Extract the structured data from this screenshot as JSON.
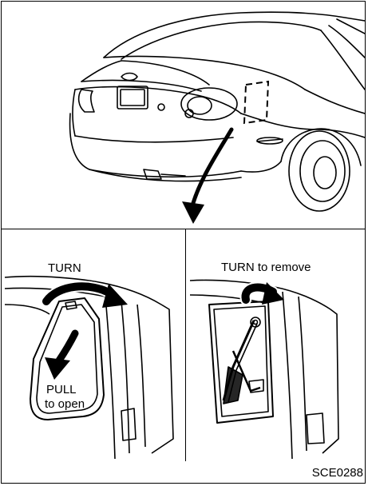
{
  "labels": {
    "turn": "TURN",
    "turn_to_remove": "TURN to remove",
    "pull": "PULL",
    "to_open": "to open",
    "figure_code": "SCE0288"
  },
  "icons": [
    "car-rear-illustration",
    "down-arrow",
    "turn-arrow",
    "pull-arrow",
    "jack-tool"
  ],
  "colors": {
    "ink": "#000000",
    "paper": "#ffffff"
  }
}
